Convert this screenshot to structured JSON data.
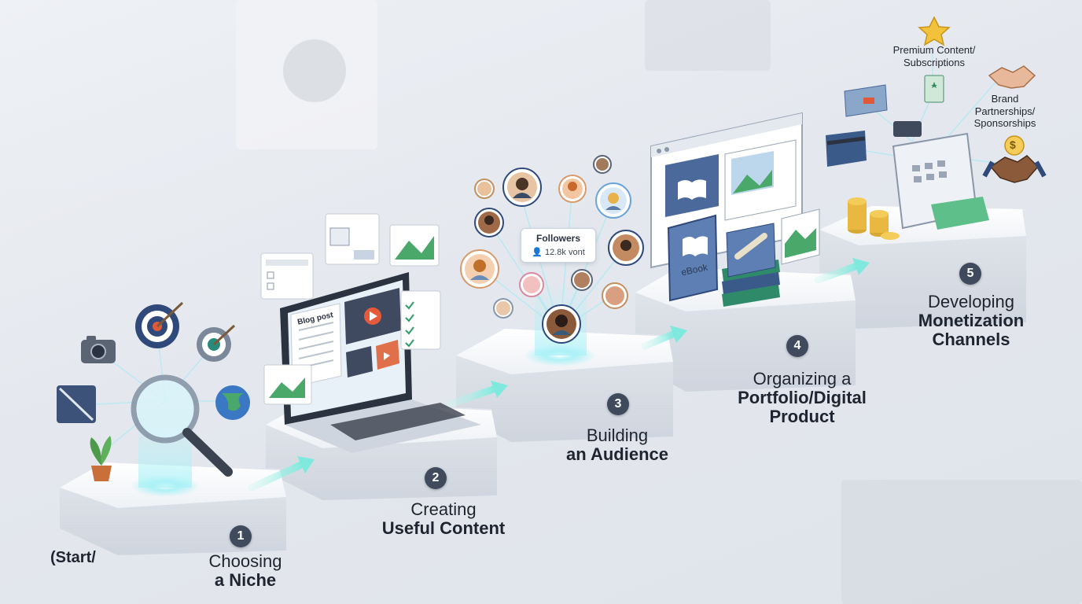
{
  "start_label": "(Start/",
  "steps": [
    {
      "number": "1",
      "line1": "Choosing",
      "line2": "a Niche"
    },
    {
      "number": "2",
      "line1": "Creating",
      "line2": "Useful Content"
    },
    {
      "number": "3",
      "line1": "Building",
      "line2": "an Audience"
    },
    {
      "number": "4",
      "line1": "Organizing a",
      "line2": "Portfolio/Digital",
      "line3": "Product"
    },
    {
      "number": "5",
      "line1": "Developing",
      "line2": "Monetization",
      "line3": "Channels"
    }
  ],
  "blog_post_label": "Blog post",
  "followers": {
    "title": "Followers",
    "count": "12.8k vont"
  },
  "ebook_label": "eBook",
  "premium_label": {
    "line1": "Premium Content/",
    "line2": "Subscriptions"
  },
  "brand_label": {
    "line1": "Brand",
    "line2": "Partnerships/",
    "line3": "Sponsorships"
  },
  "dollar_symbol": "$",
  "colors": {
    "badge": "#3f4a5c",
    "glow": "#7ee8f2",
    "arrow": "#8af0e4",
    "platform": "#f4f6f9",
    "screen": "#4b6a9b"
  }
}
